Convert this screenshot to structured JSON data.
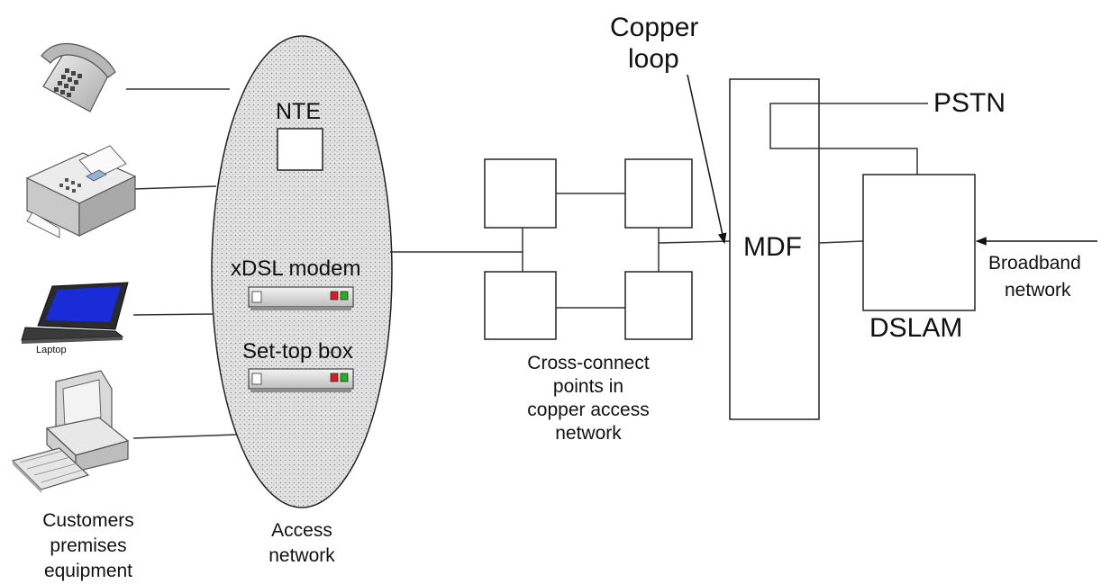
{
  "labels": {
    "copper_loop_line1": "Copper",
    "copper_loop_line2": "loop",
    "pstn": "PSTN",
    "nte": "NTE",
    "xdsl_modem": "xDSL modem",
    "set_top_box": "Set-top box",
    "mdf": "MDF",
    "dslam": "DSLAM",
    "broadband_line1": "Broadband",
    "broadband_line2": "network",
    "laptop": "Laptop",
    "cross_connect_line1": "Cross-connect",
    "cross_connect_line2": "points in",
    "cross_connect_line3": "copper access",
    "cross_connect_line4": "network",
    "customers_line1": "Customers",
    "customers_line2": "premises",
    "customers_line3": "equipment",
    "access_line1": "Access",
    "access_line2": "network"
  },
  "icons": [
    "telephone-icon",
    "fax-machine-icon",
    "laptop-icon",
    "desktop-computer-icon",
    "modem-device-icon",
    "set-top-box-device-icon"
  ],
  "colors": {
    "line": "#222222",
    "ellipse_fill": "#d6d6d6",
    "led_red": "#d91c1c",
    "led_green": "#22b022",
    "laptop_screen": "#1a2bd8"
  }
}
